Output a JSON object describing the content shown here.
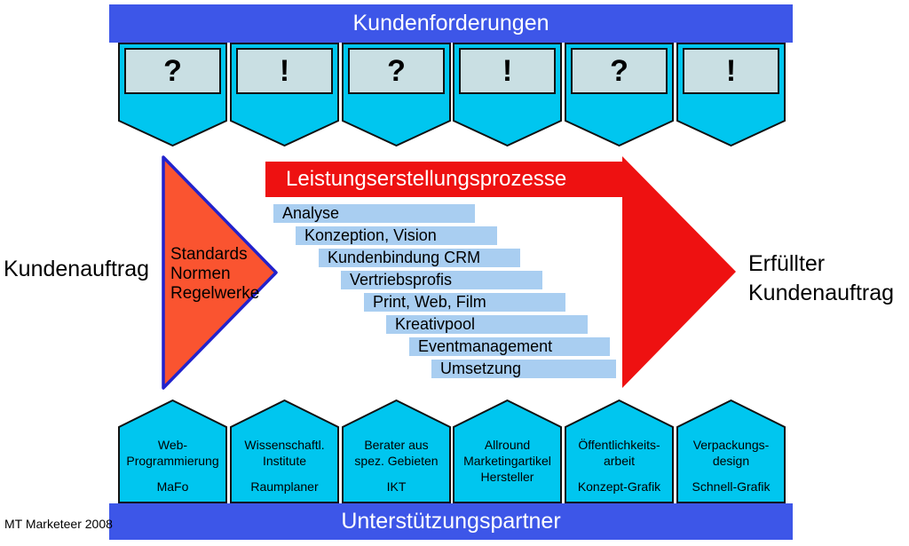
{
  "header": {
    "title": "Kundenforderungen"
  },
  "demands": {
    "glyphs": [
      "?",
      "!",
      "?",
      "!",
      "?",
      "!"
    ]
  },
  "left_side": {
    "label": "Kundenauftrag",
    "triangle": [
      "Standards",
      "Normen",
      "Regelwerke"
    ]
  },
  "process": {
    "title": "Leistungserstellungsprozesse",
    "steps": [
      "Analyse",
      "Konzeption, Vision",
      "Kundenbindung CRM",
      "Vertriebsprofis",
      "Print, Web, Film",
      "Kreativpool",
      "Eventmanagement",
      "Umsetzung"
    ]
  },
  "right_side": {
    "line1": "Erfüllter",
    "line2": "Kundenauftrag"
  },
  "partners": {
    "title": "Unterstützungspartner",
    "items": [
      {
        "l1": "Web-",
        "l2": "Programmierung",
        "l3": "",
        "sub": "MaFo"
      },
      {
        "l1": "Wissenschaftl.",
        "l2": "Institute",
        "l3": "",
        "sub": "Raumplaner"
      },
      {
        "l1": "Berater aus",
        "l2": "spez. Gebieten",
        "l3": "",
        "sub": "IKT"
      },
      {
        "l1": "Allround",
        "l2": "Marketingartikel",
        "l3": "Hersteller",
        "sub": ""
      },
      {
        "l1": "Öffentlichkeits-",
        "l2": "arbeit",
        "l3": "",
        "sub": "Konzept-Grafik"
      },
      {
        "l1": "Verpackungs-",
        "l2": "design",
        "l3": "",
        "sub": "Schnell-Grafik"
      }
    ]
  },
  "footer": {
    "credit": "MT Marketeer 2008"
  },
  "colors": {
    "banner_blue": "#3d56e8",
    "pennant_cyan": "#00c6ef",
    "panel_gray_blue": "#c9dfe3",
    "arrow_red": "#ee1111",
    "triangle_orange": "#fa5430",
    "triangle_border_blue": "#2222cc",
    "step_bar_blue": "#a9cef1"
  }
}
